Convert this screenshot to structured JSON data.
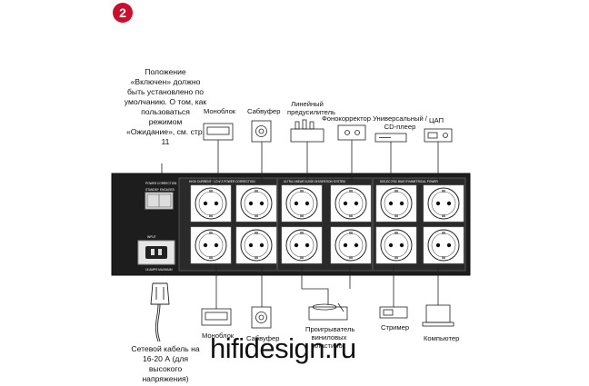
{
  "step_badge": "2",
  "power_note": "Положение «Включен» должно быть установлено по умолчанию. О том, как пользоваться режимом «Ожидание», см. стр. 11",
  "top_devices": {
    "monoblock": "Моноблок",
    "subwoofer": "Сабвуфер",
    "line_preamp": "Линейный предусилитель",
    "phono": "Фонокорректор",
    "universal": "Универсальный / CD-плеер",
    "dac": "ЦАП"
  },
  "bottom_devices": {
    "monoblock": "Моноблок",
    "subwoofer": "Сабвуфер",
    "turntable": "Проигрыватель виниловых пластинок",
    "streamer": "Стример",
    "computer": "Компьютер"
  },
  "power_cable": "Сетевой кабель на 16-20 А (для высокого напряжения)",
  "watermark": "hifidesign.ru",
  "panel_texts": {
    "high_current": "HIGH CURRENT · LOW Z POWER CORRECTION",
    "ultra_linear": "ULTRA LINEAR NOISE DISSIPATION SYSTEM",
    "dielectric": "DIELECTRIC BIAS SYMMETRICAL POWER",
    "power_correction": "POWER CORRECTION",
    "standby": "STANDBY",
    "engaged": "ENGAGED",
    "input": "INPUT",
    "max": "15 AMPS MAXIMUM"
  }
}
